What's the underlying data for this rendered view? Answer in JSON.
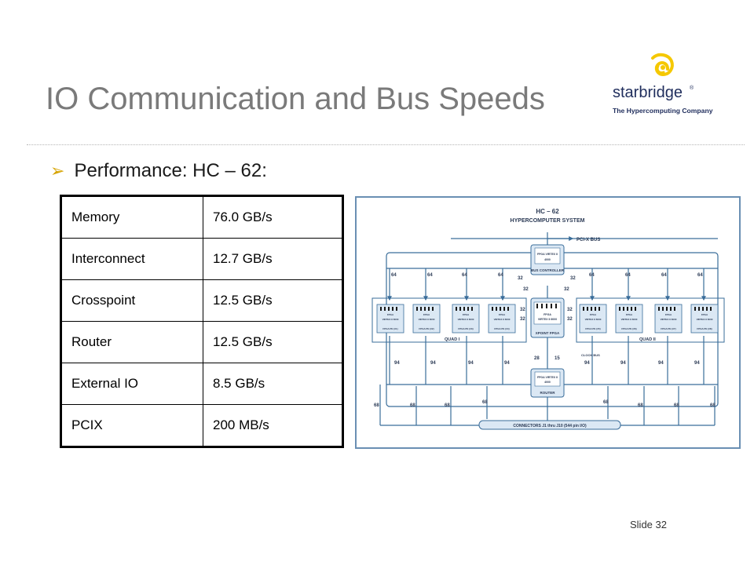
{
  "slide": {
    "title": "IO Communication and Bus Speeds",
    "bullet": "Performance: HC – 62:",
    "slide_number": "Slide 32"
  },
  "logo": {
    "name": "starbridge",
    "trademark": "®",
    "tagline": "The Hypercomputing Company"
  },
  "performance_table": [
    {
      "component": "Memory",
      "speed": "76.0 GB/s"
    },
    {
      "component": "Interconnect",
      "speed": "12.7 GB/s"
    },
    {
      "component": "Crosspoint",
      "speed": "12.5 GB/s"
    },
    {
      "component": "Router",
      "speed": "12.5 GB/s"
    },
    {
      "component": "External IO",
      "speed": "8.5 GB/s"
    },
    {
      "component": "PCIX",
      "speed": "200 MB/s"
    }
  ],
  "diagram": {
    "title_line1": "HC – 62",
    "title_line2": "HYPERCOMPUTER SYSTEM",
    "pcix_bus": "PCI-X BUS",
    "bus_controller_chip": "FPGA VIRTEX II",
    "bus_controller_chip_sub": "4000",
    "bus_controller": "BUS CONTROLLER",
    "xpoint_chip": "FPGA",
    "xpoint_chip_sub": "VIRTEX II 6000",
    "xpoint_fpga": "XPOINT FPGA",
    "router_chip": "FPGA VIRTEX II",
    "router_chip_sub": "4000",
    "router": "ROUTER",
    "quad_1": "QUAD I",
    "quad_2": "QUAD II",
    "clock_bus": "CLOCK BUS",
    "connectors": "CONNECTORS J1 thru J10 (544 pin I/O)",
    "pe_chip": "FPGA",
    "pe_chip_sub": "VIRTEX II 6000",
    "pe_labels": [
      "FPGA PE (#1)",
      "FPGA PE (#2)",
      "FPGA PE (#3)",
      "FPGA PE (#4)",
      "FPGA PE (#5)",
      "FPGA PE (#6)",
      "FPGA PE (#7)",
      "FPGA PE (#8)"
    ],
    "bus_width_64": "64",
    "bus_width_32": "32",
    "bus_width_94": "94",
    "bus_width_68": "68",
    "bus_width_28": "28",
    "bus_width_15": "15"
  },
  "colors": {
    "title": "#7a7a7a",
    "bullet_arrow": "#d6a300",
    "diagram_frame": "#6a8fb3",
    "diagram_line": "#3a6d9a",
    "diagram_box": "#dbe8f4",
    "logo_swirl": "#f5c800"
  }
}
